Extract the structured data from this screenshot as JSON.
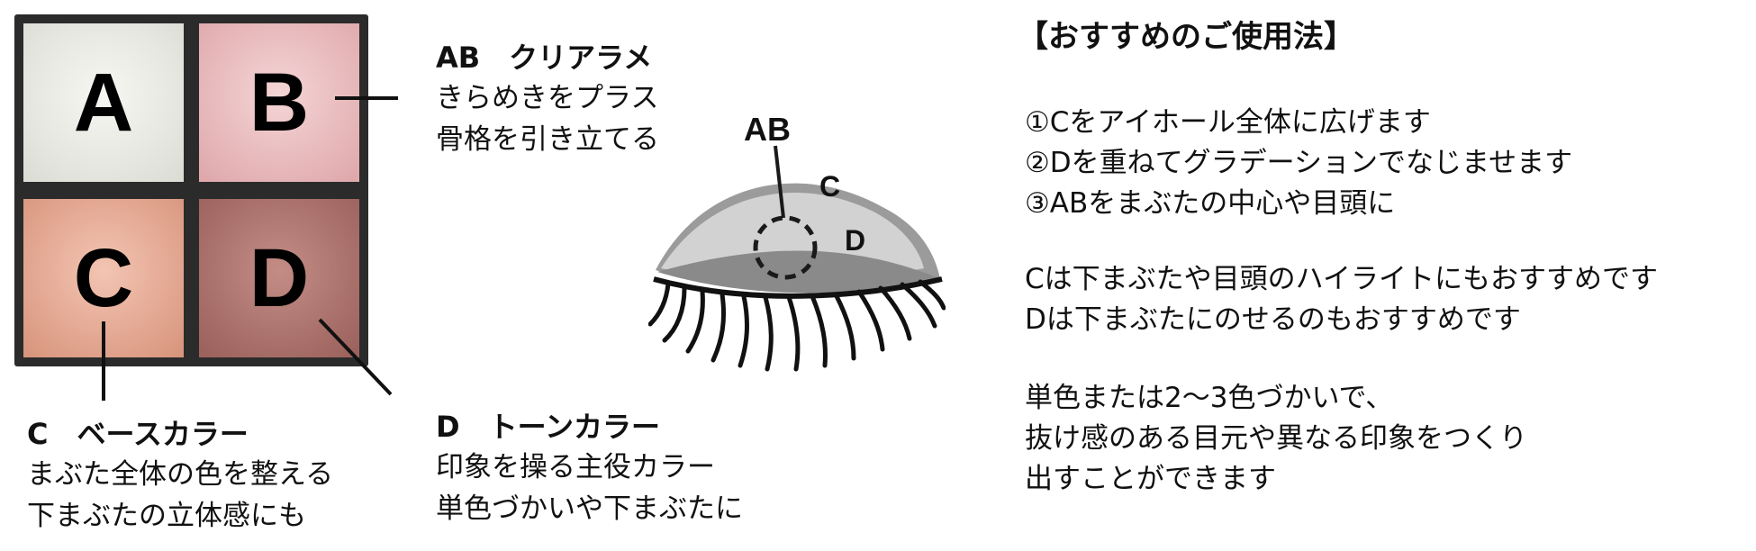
{
  "palette": {
    "pans": [
      {
        "letter": "A",
        "color": "#e9eae4"
      },
      {
        "letter": "B",
        "color": "#ecc2c4"
      },
      {
        "letter": "C",
        "color": "#e8ae98"
      },
      {
        "letter": "D",
        "color": "#b37872"
      }
    ]
  },
  "labels": {
    "ab": {
      "title": "AB　クリアラメ",
      "lines": [
        "きらめきをプラス",
        "骨格を引き立てる"
      ]
    },
    "c": {
      "title": "C　ベースカラー",
      "lines": [
        "まぶた全体の色を整える",
        "下まぶたの立体感にも"
      ]
    },
    "d": {
      "title": "D　トーンカラー",
      "lines": [
        "印象を操る主役カラー",
        "単色づかいや下まぶたに"
      ]
    }
  },
  "eye": {
    "ab_label": "AB",
    "c_label": "C",
    "d_label": "D"
  },
  "usage": {
    "heading": "【おすすめのご使用法】",
    "steps": [
      "①Cをアイホール全体に広げます",
      "②Dを重ねてグラデーションでなじませます",
      "③ABをまぶたの中心や目頭に"
    ],
    "notes": [
      "Cは下まぶたや目頭のハイライトにもおすすめです",
      "Dは下まぶたにのせるのもおすすめです"
    ],
    "extra": [
      "単色または2～3色づかいで、",
      "抜け感のある目元や異なる印象をつくり",
      "出すことができます"
    ]
  }
}
